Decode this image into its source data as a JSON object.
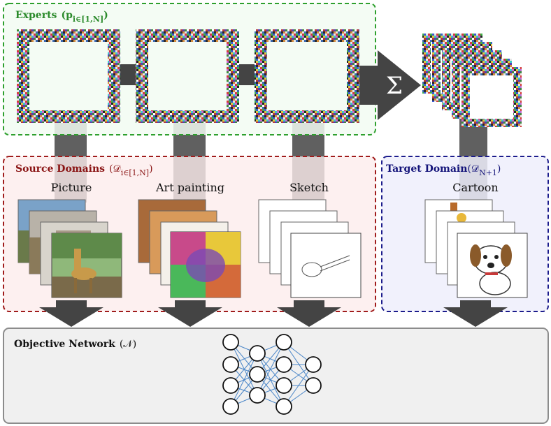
{
  "experts": {
    "title": "Experts",
    "formula": "(𝐩",
    "subscript": "i∈[1,N]",
    "close": ")"
  },
  "sigma": "Σ",
  "source": {
    "title": "Source Domains",
    "formula": "(𝒟",
    "subscript": "i∈[1,N]",
    "close": ")",
    "domains": [
      "Picture",
      "Art painting",
      "Sketch"
    ]
  },
  "target": {
    "title": "Target Domain",
    "formula": "(𝒟",
    "subscript": "N+1",
    "close": ")",
    "domains": [
      "Cartoon"
    ]
  },
  "objective": {
    "title": "Objective Network",
    "formula": "(𝒩)"
  },
  "colors": {
    "experts_border": "#2ea02e",
    "experts_fill": "#f2fbf2",
    "source_border": "#a01c1c",
    "source_fill": "#fcecec",
    "target_border": "#1c1c8c",
    "target_fill": "#eeeefc",
    "objective_border": "#8c8c8c",
    "objective_fill": "#f0f0f0",
    "arrow": "#444444",
    "edge": "#4a86c8"
  }
}
